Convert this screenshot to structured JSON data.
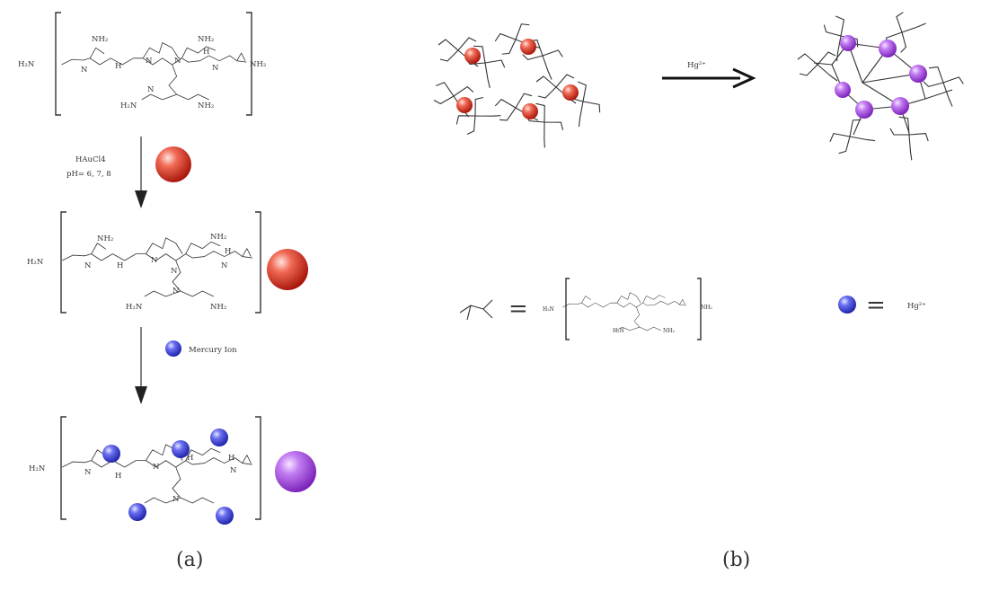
{
  "colors": {
    "gold_nanoparticle": "#e0321f",
    "mercury_ion": "#3f45e0",
    "aggregated_particle": "#b552ea",
    "bond": "#333333"
  },
  "panel_a": {
    "caption": "(a)",
    "reagent_line1": "HAuCl4",
    "reagent_line2": "pH= 6, 7, 8",
    "mercury_label": "Mercury Ion",
    "atoms": {
      "n": "N",
      "nh": "H",
      "nh2": "NH₂",
      "h2n": "H₂N",
      "terminal_h2n": "H₂N",
      "terminal_nh2": "NH₂"
    }
  },
  "panel_b": {
    "caption": "(b)",
    "arrow_label": "Hg²⁺",
    "equals_sign": "=",
    "legend_label": "Hg²⁺"
  }
}
